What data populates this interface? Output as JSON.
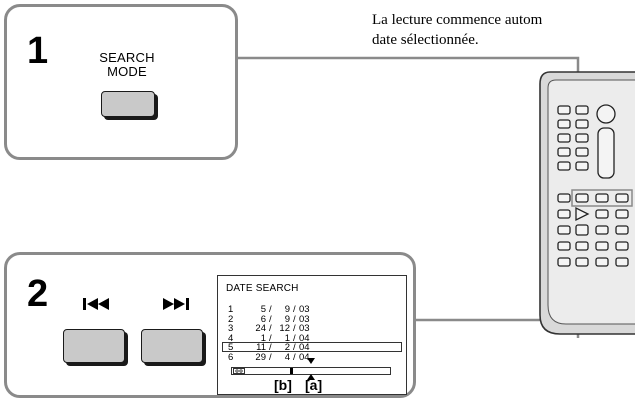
{
  "caption": {
    "line1": "La lecture commence autom",
    "line2": "date sélectionnée."
  },
  "step1": {
    "number": "1",
    "button_label_line1": "SEARCH",
    "button_label_line2": "MODE"
  },
  "step2": {
    "number": "2",
    "prev_icon": "skip-back-icon",
    "next_icon": "skip-forward-icon"
  },
  "screen": {
    "title": "DATE  SEARCH",
    "rows": [
      {
        "idx": "1",
        "day": "5",
        "month": "9",
        "year": "03"
      },
      {
        "idx": "2",
        "day": "6",
        "month": "9",
        "year": "03"
      },
      {
        "idx": "3",
        "day": "24",
        "month": "12",
        "year": "03"
      },
      {
        "idx": "4",
        "day": "1",
        "month": "1",
        "year": "04"
      },
      {
        "idx": "5",
        "day": "11",
        "month": "2",
        "year": "04"
      },
      {
        "idx": "6",
        "day": "29",
        "month": "4",
        "year": "04"
      }
    ],
    "selected_row": 5,
    "tape_icon": "cassette-icon"
  },
  "labels": {
    "b": "[b]",
    "a": "[a]"
  },
  "colors": {
    "panel_border": "#8a8a8a",
    "key_fill": "#c9c9c9",
    "remote_fill": "#d9d9d9",
    "line": "#8a8a8a"
  }
}
